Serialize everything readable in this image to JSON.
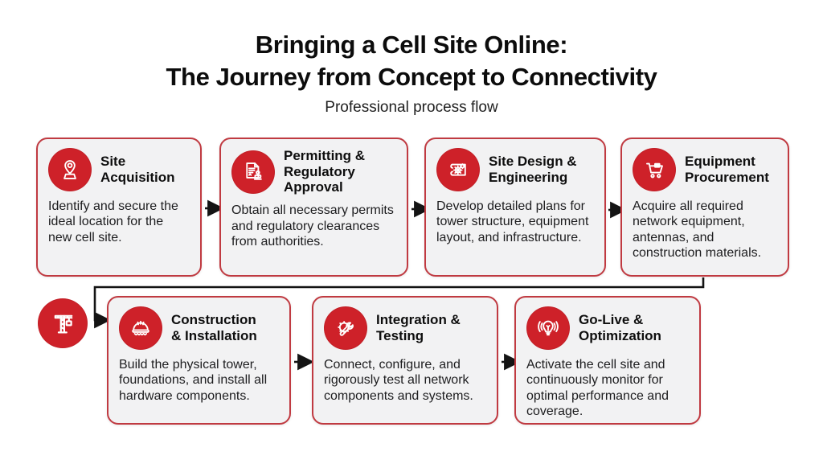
{
  "header": {
    "title_line1": "Bringing a Cell Site Online:",
    "title_line2": "The Journey from Concept to Connectivity",
    "subtitle": "Professional process flow"
  },
  "colors": {
    "accent_red": "#ce2129",
    "card_border_red": "#c03a41",
    "card_background": "#f2f2f3",
    "text_dark": "#111111",
    "connector_black": "#141414"
  },
  "steps": [
    {
      "title": "Site\nAcquisition",
      "description": "Identify and secure the ideal location for the new cell site.",
      "icon": "map-pin-icon"
    },
    {
      "title": "Permitting &\nRegulatory Approval",
      "description": "Obtain all necessary permits and regulatory clearances from authorities.",
      "icon": "document-stamp-icon"
    },
    {
      "title": "Site Design &\nEngineering",
      "description": "Develop detailed plans for tower structure, equipment layout, and infrastructure.",
      "icon": "blueprint-gears-icon"
    },
    {
      "title": "Equipment\nProcurement",
      "description": "Acquire all required network equipment, antennas, and construction materials.",
      "icon": "shopping-cart-icon"
    },
    {
      "title": "Construction\n& Installation",
      "description": "Build the physical tower, foundations, and install all hardware components.",
      "icon": "hard-hat-icon"
    },
    {
      "title": "Integration &\nTesting",
      "description": "Connect, configure, and rigorously test all network components and systems.",
      "icon": "gear-wrench-icon"
    },
    {
      "title": "Go-Live &\nOptimization",
      "description": "Activate the cell site and continuously monitor for optimal performance and coverage.",
      "icon": "lightbulb-signal-icon"
    }
  ],
  "decorations": {
    "crane_badge_icon": "tower-crane-icon"
  }
}
